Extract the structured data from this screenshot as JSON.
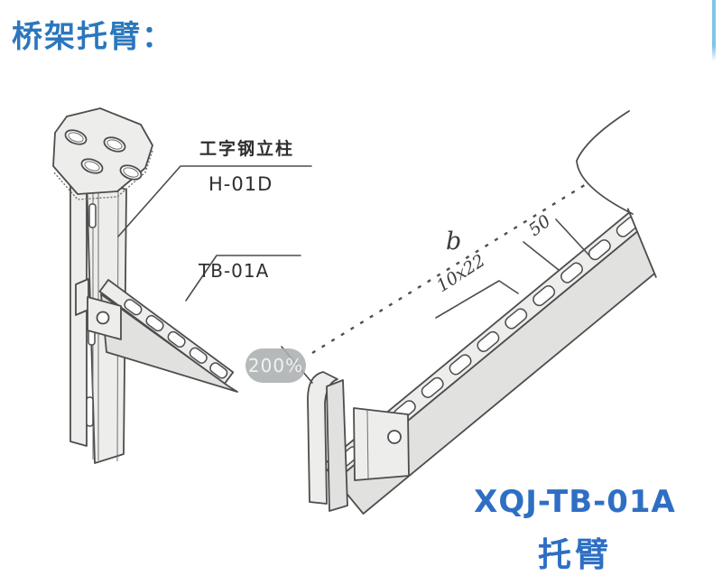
{
  "page": {
    "title": "桥架托臂："
  },
  "left_diagram": {
    "column_type_label": "工字钢立柱",
    "column_model": "H-01D",
    "bracket_model": "TB-01A"
  },
  "right_diagram": {
    "dim_length": "b",
    "dim_pitch": "50",
    "dim_slot": "10x22"
  },
  "overlay": {
    "zoom_level": "200%"
  },
  "product": {
    "model": "XQJ-TB-01A",
    "name": "托臂"
  },
  "colors": {
    "heading_blue": "#2b77bd",
    "product_blue": "#2e6fc4",
    "line_gray": "#4d4d4d",
    "fill_light": "#ededeb",
    "fill_shade": "#e1e1df",
    "scroll_strip_blue": "#7fc6e9",
    "badge_bg": "#abaeb0"
  }
}
